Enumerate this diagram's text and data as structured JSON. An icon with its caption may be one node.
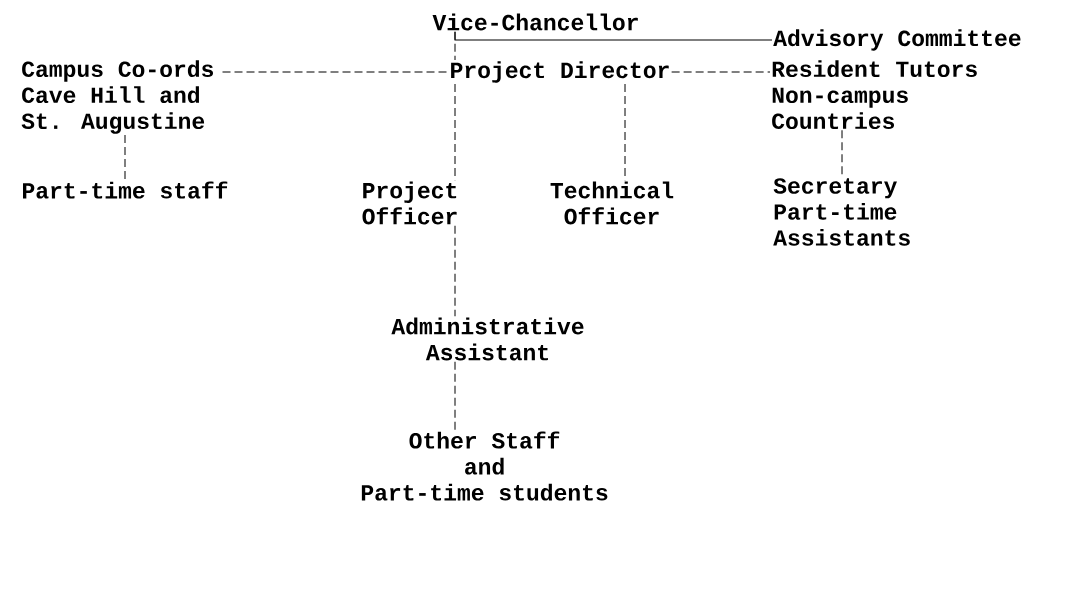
{
  "diagram": {
    "nodes": [
      {
        "text": [
          "Vice-Chancellor"
        ]
      },
      {
        "text": [
          "Advisory Committee"
        ]
      },
      {
        "text": [
          "Project Director"
        ]
      },
      {
        "text": [
          "Campus Co-ords Cave Hill and St. Augustine"
        ]
      },
      {
        "text": [
          "Resident Tutors Non-campus Countries"
        ]
      },
      {
        "text": [
          "Part-time staff"
        ]
      },
      {
        "text": [
          "Project Officer"
        ]
      },
      {
        "text": [
          "Technical Officer"
        ]
      },
      {
        "text": [
          "Secretary Part-time Assistants"
        ]
      },
      {
        "text": [
          "Administrative Assistant"
        ]
      },
      {
        "text": [
          "Other Staff and Part-time students"
        ]
      }
    ],
    "edges": [
      {
        "from": 0,
        "to": 2,
        "arrow": "none",
        "style": "dashed"
      },
      {
        "from": 0,
        "to": 1,
        "arrow": "none"
      },
      {
        "from": 3,
        "to": 2,
        "arrow": "none",
        "style": "dashed"
      },
      {
        "from": 2,
        "to": 4,
        "arrow": "none",
        "style": "dashed"
      },
      {
        "from": 3,
        "to": 5,
        "arrow": "none",
        "style": "dashed"
      },
      {
        "from": 2,
        "to": 6,
        "arrow": "none",
        "style": "dashed"
      },
      {
        "from": 2,
        "to": 7,
        "arrow": "none",
        "style": "dashed"
      },
      {
        "from": 4,
        "to": 8,
        "arrow": "none",
        "style": "dashed"
      },
      {
        "from": 6,
        "to": 9,
        "arrow": "none",
        "style": "dashed"
      },
      {
        "from": 9,
        "to": 10,
        "arrow": "none",
        "style": "dashed"
      }
    ]
  }
}
